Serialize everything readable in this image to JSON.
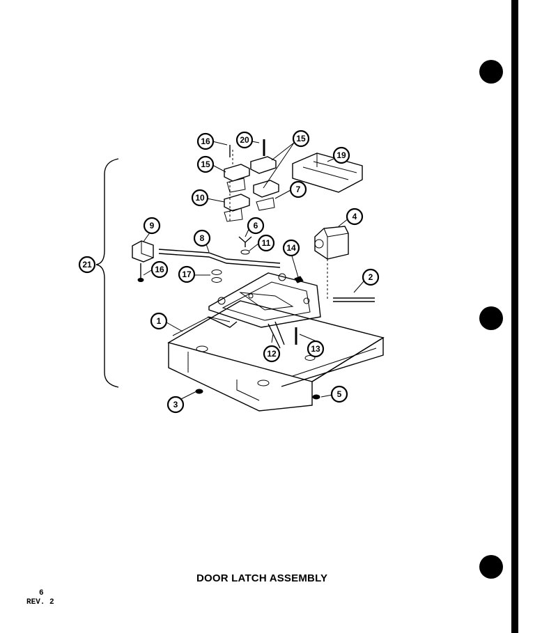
{
  "title": "DOOR LATCH ASSEMBLY",
  "page": {
    "number": "6",
    "revision": "REV. 2"
  },
  "callouts": [
    {
      "id": "c1",
      "label": "1"
    },
    {
      "id": "c2",
      "label": "2"
    },
    {
      "id": "c3",
      "label": "3"
    },
    {
      "id": "c4",
      "label": "4"
    },
    {
      "id": "c5",
      "label": "5"
    },
    {
      "id": "c6",
      "label": "6"
    },
    {
      "id": "c7",
      "label": "7"
    },
    {
      "id": "c8",
      "label": "8"
    },
    {
      "id": "c9",
      "label": "9"
    },
    {
      "id": "c10",
      "label": "10"
    },
    {
      "id": "c11",
      "label": "11"
    },
    {
      "id": "c12",
      "label": "12"
    },
    {
      "id": "c13",
      "label": "13"
    },
    {
      "id": "c14",
      "label": "14"
    },
    {
      "id": "c15a",
      "label": "15"
    },
    {
      "id": "c15b",
      "label": "15"
    },
    {
      "id": "c16a",
      "label": "16"
    },
    {
      "id": "c16b",
      "label": "16"
    },
    {
      "id": "c17",
      "label": "17"
    },
    {
      "id": "c19",
      "label": "19"
    },
    {
      "id": "c20",
      "label": "20"
    },
    {
      "id": "c21",
      "label": "21"
    }
  ]
}
